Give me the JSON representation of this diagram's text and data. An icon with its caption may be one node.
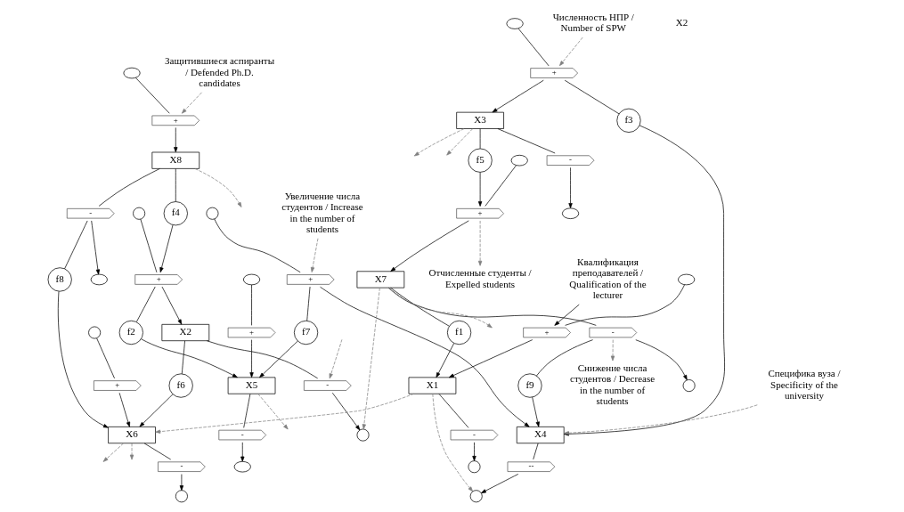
{
  "diagram": {
    "nodes": [
      {
        "text": [],
        "shape": "cloud"
      },
      {
        "text": [
          "+"
        ]
      },
      {
        "text": [
          "X5"
        ]
      },
      {
        "text": [
          "-"
        ]
      },
      {
        "text": [],
        "shape": "cloud"
      },
      {
        "text": [],
        "shape": "cloud"
      },
      {
        "text": [
          "+"
        ]
      },
      {
        "text": [
          "X8"
        ]
      },
      {
        "text": [
          "-"
        ]
      },
      {
        "text": [],
        "shape": "cloud"
      },
      {
        "text": [],
        "shape": "circle"
      },
      {
        "text": [
          "+"
        ]
      },
      {
        "text": [
          "X2"
        ]
      },
      {
        "text": [
          "-"
        ]
      },
      {
        "text": [],
        "shape": "circle"
      },
      {
        "text": [],
        "shape": "cloud"
      },
      {
        "text": [
          "+"
        ]
      },
      {
        "text": [
          "X3"
        ]
      },
      {
        "text": [
          "-"
        ]
      },
      {
        "text": [],
        "shape": "cloud"
      },
      {
        "text": [],
        "shape": "circle"
      },
      {
        "text": [
          "+"
        ]
      },
      {
        "text": [
          "X4"
        ]
      },
      {
        "text": [
          "--"
        ]
      },
      {
        "text": [],
        "shape": "circle"
      },
      {
        "text": [],
        "shape": "cloud"
      },
      {
        "text": [
          "+"
        ]
      },
      {
        "text": [
          "X7"
        ]
      },
      {
        "text": [
          "-"
        ]
      },
      {
        "text": [],
        "shape": "circle"
      },
      {
        "text": [],
        "shape": "circle"
      },
      {
        "text": [
          "+"
        ]
      },
      {
        "text": [
          "X6"
        ]
      },
      {
        "text": [
          "-"
        ]
      },
      {
        "text": [],
        "shape": "circle"
      },
      {
        "text": [],
        "shape": "cloud"
      },
      {
        "text": [
          "+"
        ]
      },
      {
        "text": [
          "X1"
        ]
      },
      {
        "text": [
          "-"
        ]
      },
      {
        "text": [],
        "shape": "circle"
      },
      {
        "text": [
          "f2"
        ]
      },
      {
        "text": [
          "f7"
        ]
      },
      {
        "text": [
          "f4"
        ]
      },
      {
        "text": [
          "f8"
        ]
      },
      {
        "text": [
          "f3"
        ]
      },
      {
        "text": [
          "f5"
        ]
      },
      {
        "text": [
          "f9"
        ]
      },
      {
        "text": [
          "f6"
        ]
      },
      {
        "text": [
          "f1"
        ]
      },
      {
        "text": [
          "Защитившиеся аспиранты / Defended Ph.D. candidates"
        ]
      },
      {
        "text": [
          "Увеличение числа студентов / Increase in the number of students"
        ]
      },
      {
        "text": [
          "Численность НПР / Number of SPW"
        ]
      },
      {
        "text": [
          "Специфика вуза / Specificity of the university"
        ]
      },
      {
        "text": [
          "Отчисленные студенты / Expelled students"
        ]
      },
      {
        "text": [
          "Квалификация преподавателей / Qualification of the lecturer"
        ]
      },
      {
        "text": [
          "Снижение числа студентов / Decrease in the number of students"
        ]
      }
    ],
    "edges": [
      {
        "from": 0,
        "to": 1,
        "arrow": "none"
      },
      {
        "from": 1,
        "to": 2,
        "arrow": "to"
      },
      {
        "from": 2,
        "to": 3,
        "arrow": "none"
      },
      {
        "from": 3,
        "to": 4,
        "arrow": "to"
      },
      {
        "from": 5,
        "to": 6,
        "arrow": "none"
      },
      {
        "from": 6,
        "to": 7,
        "arrow": "to"
      },
      {
        "from": 7,
        "to": 8,
        "arrow": "none"
      },
      {
        "from": 8,
        "to": 9,
        "arrow": "to"
      },
      {
        "from": 10,
        "to": 11,
        "arrow": "none"
      },
      {
        "from": 11,
        "to": 12,
        "arrow": "to"
      },
      {
        "from": 12,
        "to": 13,
        "arrow": "none"
      },
      {
        "from": 13,
        "to": 14,
        "arrow": "to"
      },
      {
        "from": 15,
        "to": 16,
        "arrow": "none"
      },
      {
        "from": 16,
        "to": 17,
        "arrow": "to"
      },
      {
        "from": 17,
        "to": 18,
        "arrow": "none"
      },
      {
        "from": 18,
        "to": 19,
        "arrow": "to"
      },
      {
        "from": 20,
        "to": 21,
        "arrow": "none"
      },
      {
        "from": 21,
        "to": 22,
        "arrow": "to"
      },
      {
        "from": 22,
        "to": 23,
        "arrow": "none"
      },
      {
        "from": 23,
        "to": 24,
        "arrow": "to"
      },
      {
        "from": 25,
        "to": 26,
        "arrow": "none"
      },
      {
        "from": 26,
        "to": 27,
        "arrow": "to"
      },
      {
        "from": 27,
        "to": 28,
        "arrow": "none"
      },
      {
        "from": 28,
        "to": 29,
        "arrow": "to"
      },
      {
        "from": 30,
        "to": 31,
        "arrow": "none"
      },
      {
        "from": 31,
        "to": 32,
        "arrow": "to"
      },
      {
        "from": 32,
        "to": 33,
        "arrow": "none"
      },
      {
        "from": 33,
        "to": 34,
        "arrow": "to"
      },
      {
        "from": 35,
        "to": 36,
        "arrow": "none"
      },
      {
        "from": 36,
        "to": 37,
        "arrow": "to"
      },
      {
        "from": 37,
        "to": 38,
        "arrow": "none"
      },
      {
        "from": 38,
        "to": 39,
        "arrow": "to"
      },
      {
        "from": 11,
        "to": 40,
        "arrow": "none"
      },
      {
        "from": 40,
        "to": 2,
        "arrow": "to"
      },
      {
        "from": 21,
        "to": 41,
        "arrow": "none"
      },
      {
        "from": 41,
        "to": 2,
        "arrow": "to"
      },
      {
        "from": 7,
        "to": 42,
        "arrow": "none"
      },
      {
        "from": 42,
        "to": 11,
        "arrow": "to"
      },
      {
        "from": 8,
        "to": 43,
        "arrow": "none"
      },
      {
        "from": 43,
        "to": 32,
        "arrow": "to"
      },
      {
        "from": 16,
        "to": 44,
        "arrow": "none"
      },
      {
        "from": 44,
        "to": 22,
        "arrow": "to"
      },
      {
        "from": 17,
        "to": 45,
        "arrow": "none"
      },
      {
        "from": 45,
        "to": 26,
        "arrow": "to"
      },
      {
        "from": 28,
        "to": 46,
        "arrow": "none"
      },
      {
        "from": 46,
        "to": 22,
        "arrow": "to"
      },
      {
        "from": 12,
        "to": 47,
        "arrow": "none"
      },
      {
        "from": 47,
        "to": 32,
        "arrow": "to"
      },
      {
        "from": 27,
        "to": 48,
        "arrow": "none"
      },
      {
        "from": 48,
        "to": 37,
        "arrow": "to"
      },
      {
        "from": 2,
        "to": null,
        "arrow": "to",
        "style": "dashed",
        "color": "#808080"
      },
      {
        "from": 7,
        "to": null,
        "arrow": "to",
        "style": "dashed",
        "color": "#808080"
      },
      {
        "from": 49,
        "to": 6,
        "arrow": "to",
        "style": "dashed",
        "color": "#808080"
      },
      {
        "from": 50,
        "to": 21,
        "arrow": "to",
        "style": "dashed",
        "color": "#808080"
      },
      {
        "from": 52,
        "to": 22,
        "arrow": "to",
        "style": "dashed",
        "color": "#808080"
      },
      {
        "from": 54,
        "to": 36,
        "arrow": "to"
      },
      {
        "from": 51,
        "to": 16,
        "arrow": "to",
        "style": "dashed",
        "color": "#808080"
      },
      {
        "from": 17,
        "to": null,
        "arrow": "to",
        "style": "dashed",
        "color": "#808080"
      },
      {
        "from": 17,
        "to": null,
        "arrow": "to",
        "style": "dashed",
        "color": "#808080"
      },
      {
        "from": null,
        "to": 13,
        "arrow": "to",
        "style": "dashed",
        "color": "#808080"
      },
      {
        "from": 26,
        "to": 53,
        "arrow": "to",
        "style": "dashed",
        "color": "#808080"
      },
      {
        "from": 28,
        "to": 55,
        "arrow": "to",
        "style": "dashed",
        "color": "#808080"
      },
      {
        "from": 27,
        "to": 14,
        "arrow": "to",
        "style": "dashed",
        "color": "#808080"
      },
      {
        "from": 27,
        "to": null,
        "arrow": "to",
        "style": "dashed",
        "color": "#808080"
      },
      {
        "from": 32,
        "to": null,
        "arrow": "to",
        "style": "dashed",
        "color": "#808080"
      },
      {
        "from": 32,
        "to": null,
        "arrow": "to",
        "style": "dashed",
        "color": "#808080"
      },
      {
        "from": 37,
        "to": 32,
        "arrow": "to",
        "style": "dashed",
        "color": "#808080"
      },
      {
        "from": 37,
        "to": 24,
        "arrow": "to",
        "style": "dashed",
        "color": "#808080"
      }
    ],
    "labels": [
      "X2"
    ]
  }
}
